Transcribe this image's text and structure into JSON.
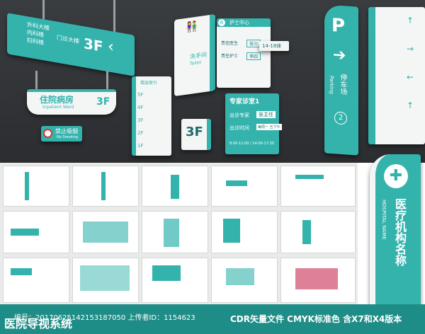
{
  "signs": {
    "ceiling_left": {
      "lines": [
        "外科大楼",
        "内科楼",
        "门诊大楼",
        "妇科楼"
      ],
      "floor": "3F"
    },
    "inpatient": {
      "title": "住院病房",
      "subtitle": "Inpatient Ward",
      "floor": "3F"
    },
    "no_smoking": {
      "label": "禁止吸烟",
      "sub": "No Smoking"
    },
    "toilet": {
      "zh": "洗手间",
      "en": "Toilet"
    },
    "floor_directory": {
      "title": "楼层索引",
      "floors": [
        "5F",
        "4F",
        "3F",
        "2F",
        "1F"
      ]
    },
    "floor_small": {
      "floor": "3F"
    },
    "ward": {
      "number": "6",
      "title": "护士中心",
      "rows": [
        [
          "责任医生",
          "张三"
        ],
        [
          "责任护士",
          "李四"
        ]
      ],
      "bed": "14-18床"
    },
    "expert": {
      "title": "专家诊室1",
      "rows": [
        [
          "出诊专家",
          "张主任"
        ],
        [
          "出诊时间",
          "每周一 五下午"
        ]
      ],
      "hours": "8:00-12:00 / 14:00-17:30"
    },
    "parking": {
      "icon": "P",
      "zh": "停车场",
      "en": "Parking",
      "number": "2"
    },
    "pylon": {
      "zh": "医疗机构名称",
      "en": "HOSPITAL NAME"
    }
  },
  "footer": {
    "title": "医院导视系统",
    "meta": "编号：20170625142153187050 上传者ID：1154623",
    "desc": "CDR矢量文件 CMYK标准色 含X7和X4版本"
  },
  "colors": {
    "teal": "#34b3ad",
    "dark": "#2b2d30"
  }
}
